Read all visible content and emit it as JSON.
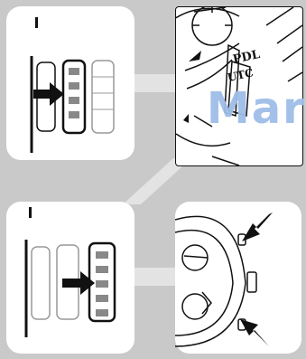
{
  "illustration": {
    "top_right_dial": {
      "labels": [
        "PDL",
        "UTC"
      ]
    },
    "watermark_text": "Mar",
    "step_marks": [
      "I",
      "I"
    ],
    "colors": {
      "background": "#c9c9c9",
      "panel": "#ffffff",
      "watermark": "#9fbde8",
      "ink": "#111111"
    },
    "icons": [
      "crown-position-icon",
      "arrow-right-icon",
      "watch-dial-icon",
      "push-button-arrow-icon"
    ]
  }
}
